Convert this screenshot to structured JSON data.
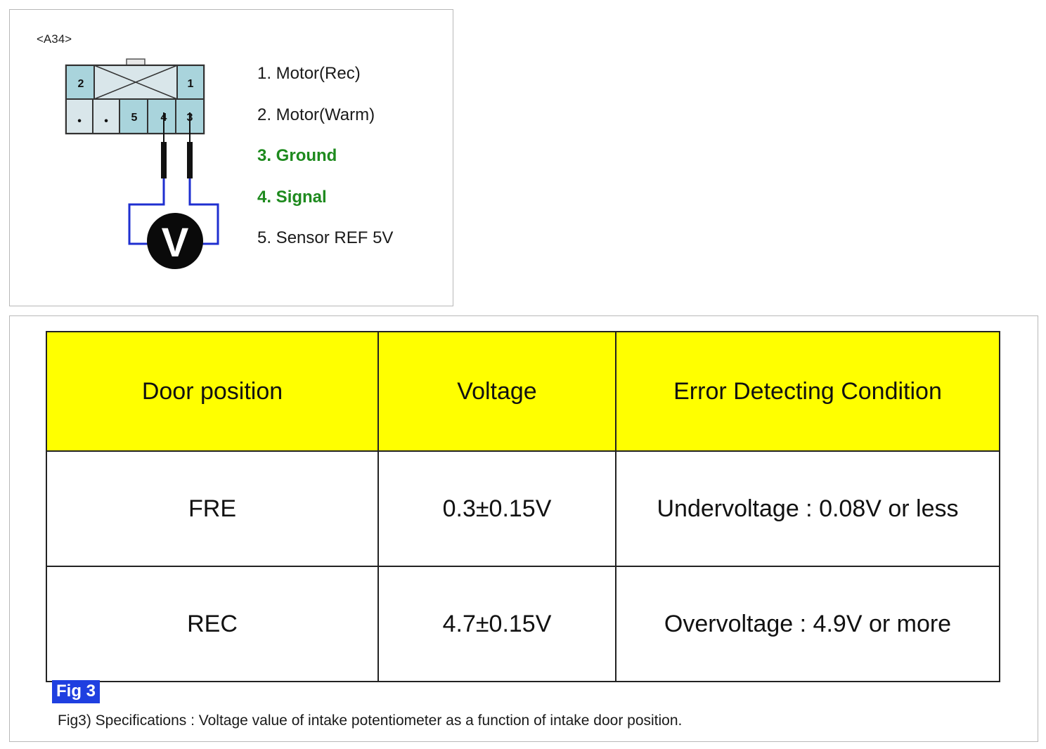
{
  "connector": {
    "id": "<A34>",
    "pins_top": [
      "2",
      "1"
    ],
    "pins_bottom": [
      "•",
      "•",
      "5",
      "4",
      "3"
    ],
    "meter_label": "V"
  },
  "pin_list": [
    {
      "label": "1. Motor(Rec)",
      "highlight": false
    },
    {
      "label": "2. Motor(Warm)",
      "highlight": false
    },
    {
      "label": "3. Ground",
      "highlight": true
    },
    {
      "label": "4. Signal",
      "highlight": true
    },
    {
      "label": "5. Sensor REF 5V",
      "highlight": false
    }
  ],
  "colors": {
    "header_fill": "#ffff00",
    "highlight_text": "#1e8a1e",
    "probe_wire": "#1f2fd0",
    "pin_fill": "#a9d4dc",
    "badge_fill": "#1f3fe0"
  },
  "table": {
    "headers": [
      "Door position",
      "Voltage",
      "Error Detecting Condition"
    ],
    "rows": [
      [
        "FRE",
        "0.3±0.15V",
        "Undervoltage : 0.08V or less"
      ],
      [
        "REC",
        "4.7±0.15V",
        "Overvoltage : 4.9V or more"
      ]
    ]
  },
  "figure": {
    "badge": "Fig 3",
    "caption": "Fig3) Specifications : Voltage value of intake potentiometer as a function of intake door position."
  }
}
